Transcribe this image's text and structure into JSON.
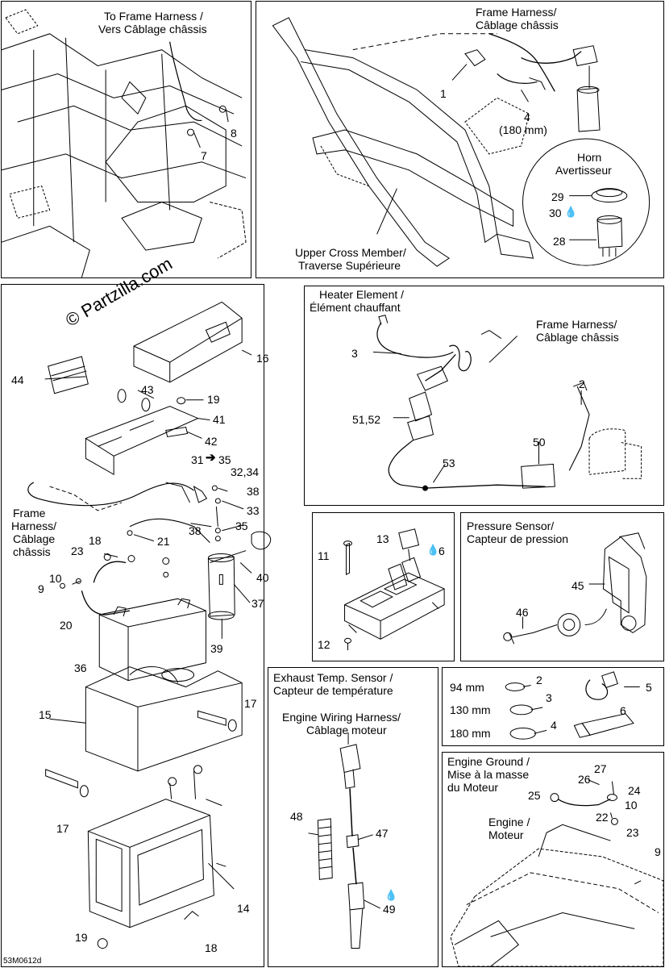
{
  "watermark": "© Partzilla.com",
  "drawing_code": "53M0612d",
  "panels": {
    "top_left": {
      "frame_harness": "To Frame Harness /",
      "frame_harness_fr": "Vers Câblage châssis",
      "callouts": [
        "8",
        "7"
      ]
    },
    "top_right": {
      "frame_harness": "Frame Harness/",
      "frame_harness_fr": "Câblage châssis",
      "cross_member": "Upper Cross Member/",
      "cross_member_fr": "Traverse Supérieure",
      "horn": "Horn",
      "horn_fr": "Avertisseur",
      "callouts": [
        "1",
        "4",
        "(180 mm)",
        "29",
        "30",
        "28"
      ]
    },
    "battery": {
      "frame_harness": "Frame",
      "frame_harness_2": "Harness/",
      "frame_harness_fr": "Câblage",
      "frame_harness_fr_2": "châssis",
      "callouts": [
        "16",
        "44",
        "43",
        "19",
        "41",
        "42",
        "31",
        "35",
        "32,34",
        "38",
        "33",
        "35",
        "18",
        "21",
        "38",
        "23",
        "40",
        "10",
        "9",
        "37",
        "20",
        "39",
        "36",
        "15",
        "17",
        "17",
        "14",
        "19",
        "18"
      ]
    },
    "heater": {
      "title": "Heater Element /",
      "title_fr": "Élément chauffant",
      "frame_harness": "Frame Harness/",
      "frame_harness_fr": "Câblage châssis",
      "callouts": [
        "3",
        "2",
        "51,52",
        "50",
        "53"
      ]
    },
    "fusebox": {
      "callouts": [
        "13",
        "6",
        "11",
        "12"
      ]
    },
    "pressure": {
      "title": "Pressure Sensor/",
      "title_fr": "Capteur de pression",
      "callouts": [
        "45",
        "46"
      ]
    },
    "exhaust": {
      "title": "Exhaust Temp. Sensor /",
      "title_fr": "Capteur de température",
      "harness": "Engine Wiring Harness/",
      "harness_fr": "Câblage moteur",
      "callouts": [
        "48",
        "47",
        "49"
      ]
    },
    "ties": {
      "rows": [
        {
          "size": "94 mm",
          "num": "2"
        },
        {
          "size": "130 mm",
          "num": "3"
        },
        {
          "size": "180 mm",
          "num": "4"
        }
      ],
      "callouts": [
        "5",
        "6"
      ]
    },
    "ground": {
      "title": "Engine Ground /",
      "title_fr": "Mise à la masse",
      "title_fr_2": "du Moteur",
      "engine": "Engine /",
      "engine_fr": "Moteur",
      "callouts": [
        "26",
        "27",
        "24",
        "25",
        "10",
        "22",
        "23",
        "9"
      ]
    }
  }
}
